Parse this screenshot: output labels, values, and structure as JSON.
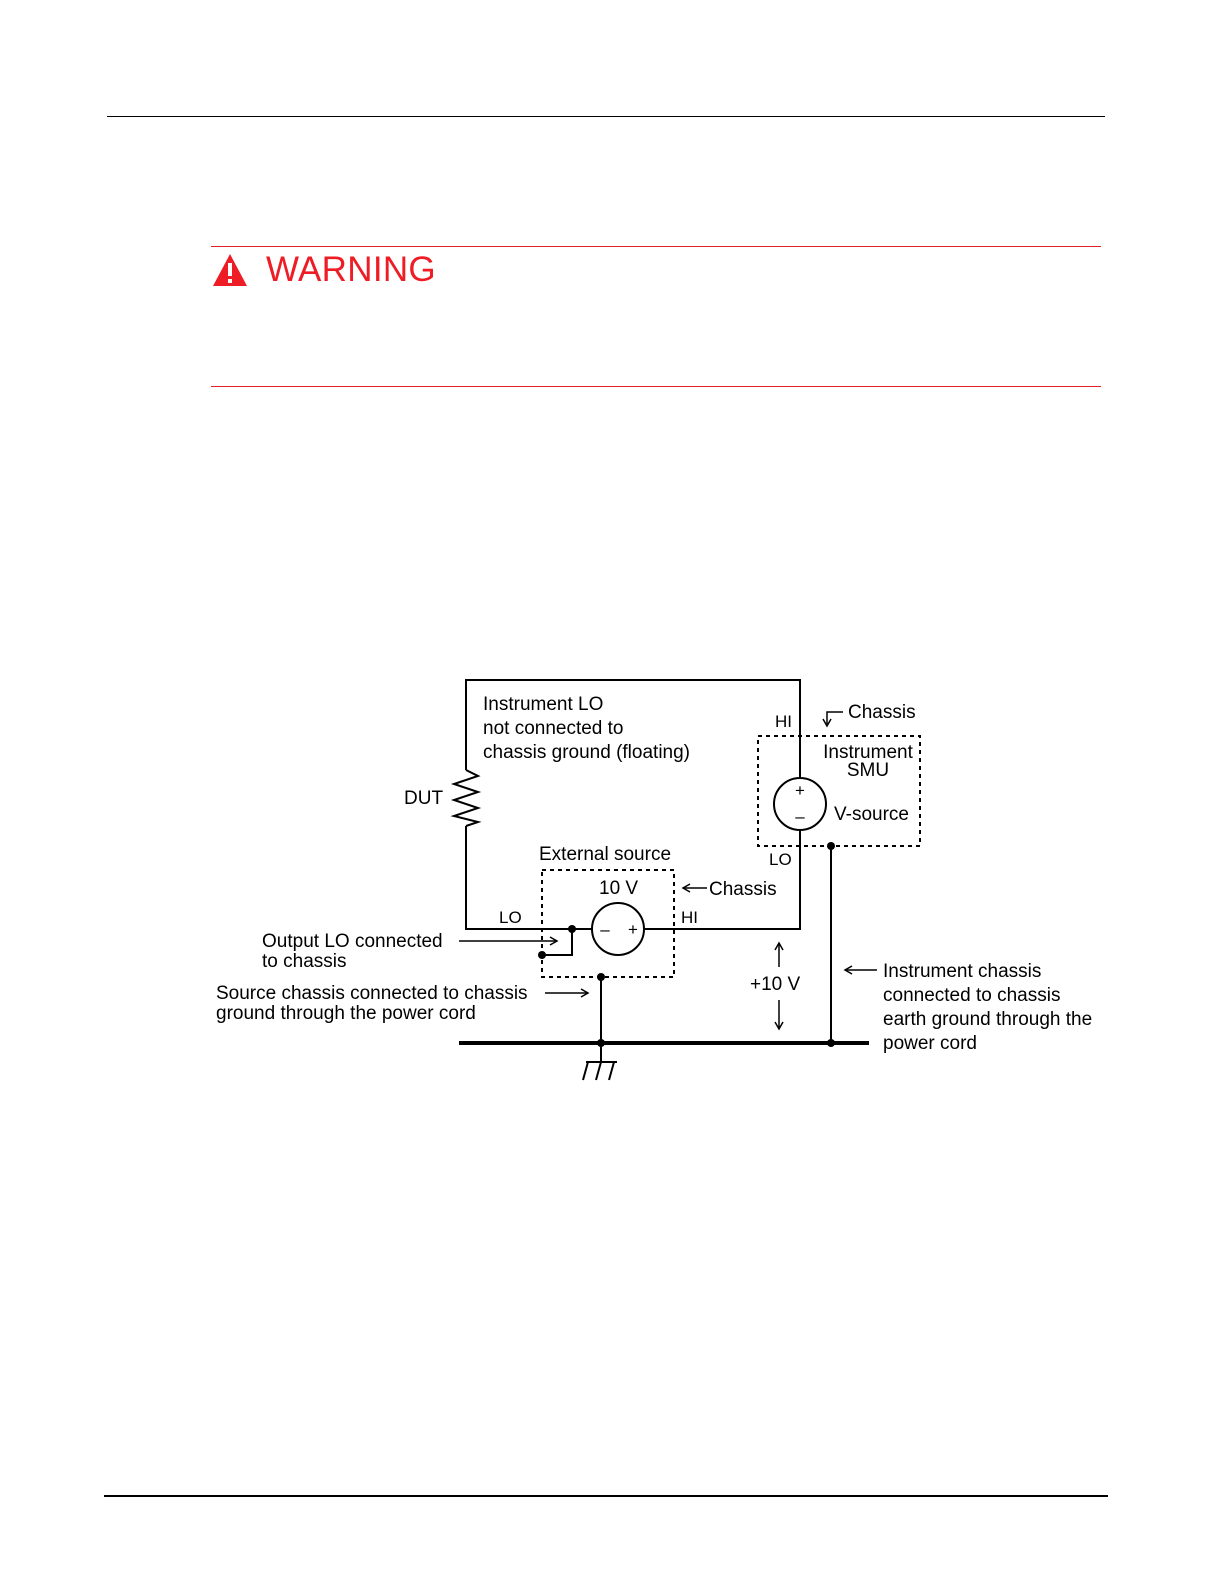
{
  "warning": {
    "icon": "warning-triangle-icon",
    "label": "WARNING",
    "color": "#ee1c25"
  },
  "diagram": {
    "instrument_lo_note": [
      "Instrument LO",
      "not connected to",
      "chassis ground (floating)"
    ],
    "dut_label": "DUT",
    "smu": {
      "hi": "HI",
      "lo": "LO",
      "chassis_label": "Chassis",
      "name": [
        "Instrument",
        "SMU"
      ],
      "plus": "+",
      "minus": "–",
      "source_label": "V-source"
    },
    "external_source": {
      "title": "External source",
      "voltage": "10 V",
      "chassis_label": "Chassis",
      "lo": "LO",
      "hi": "HI",
      "minus": "–",
      "plus": "+"
    },
    "voltage_arrow_label": "+10 V",
    "output_lo_note": [
      "Output LO connected",
      "to chassis"
    ],
    "source_chassis_note": [
      "Source chassis connected to chassis",
      "ground through the power cord"
    ],
    "instrument_chassis_note": [
      "Instrument chassis",
      "connected to chassis",
      "earth ground through the",
      "power cord"
    ]
  }
}
